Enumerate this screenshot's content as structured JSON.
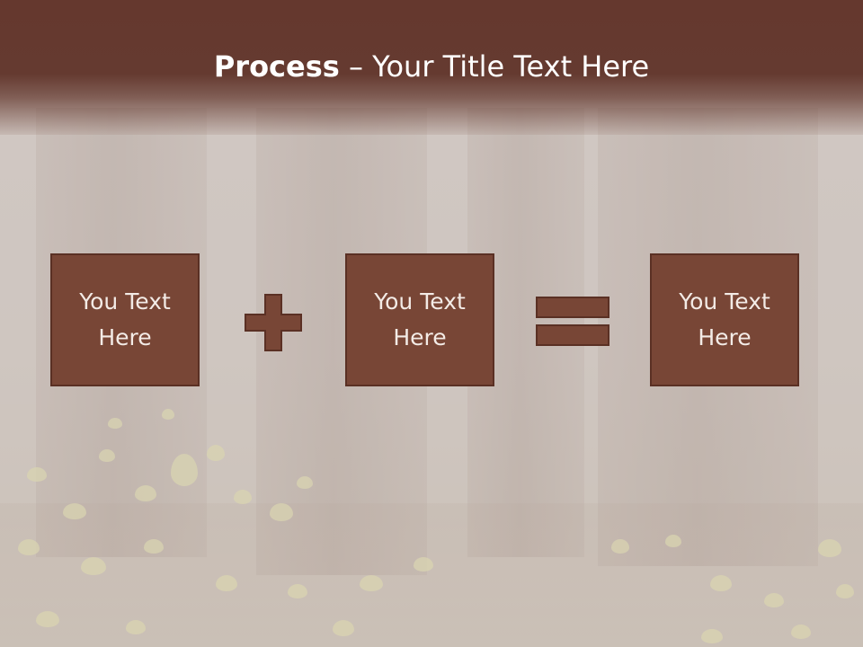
{
  "slide": {
    "title_bold": "Process",
    "title_rest": " – Your Title Text Here",
    "operators": [
      "plus-icon",
      "equals-icon"
    ],
    "boxes": [
      {
        "text": "You Text Here"
      },
      {
        "text": "You Text Here"
      },
      {
        "text": "You Text Here"
      }
    ]
  },
  "colors": {
    "title_bar": "#65382e",
    "box_fill": "#784636",
    "box_border": "#5a3024",
    "operator_fill": "#784636",
    "text": "#ffffff"
  }
}
